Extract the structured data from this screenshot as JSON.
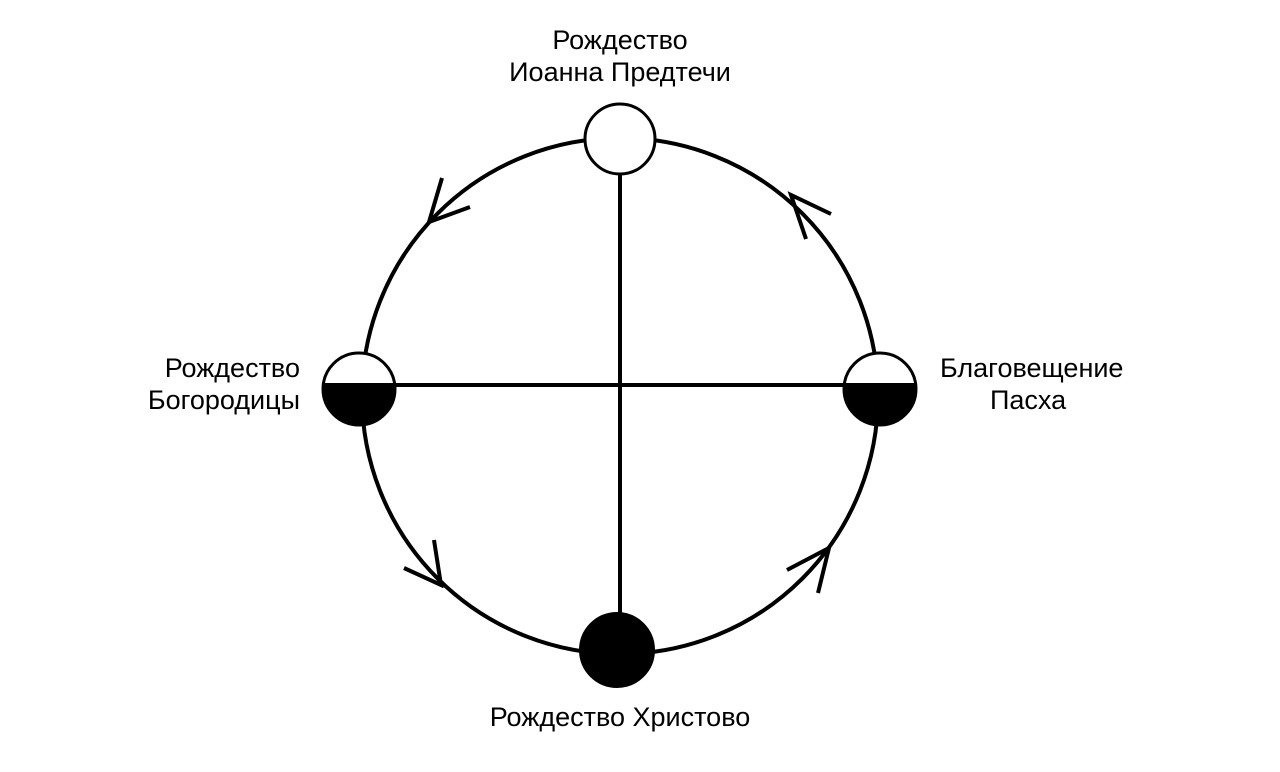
{
  "nodes": {
    "top": {
      "lines": [
        "Рождество",
        "Иоанна Предтечи"
      ],
      "fill": "white"
    },
    "left": {
      "lines": [
        "Рождество",
        "Богородицы"
      ],
      "fill": "half"
    },
    "right": {
      "lines": [
        "Благовещение",
        "Пасха"
      ],
      "fill": "half"
    },
    "bottom": {
      "lines": [
        "Рождество Христово"
      ],
      "fill": "black"
    }
  },
  "colors": {
    "stroke": "#000000",
    "background": "#ffffff"
  },
  "direction": "counter-clockwise"
}
